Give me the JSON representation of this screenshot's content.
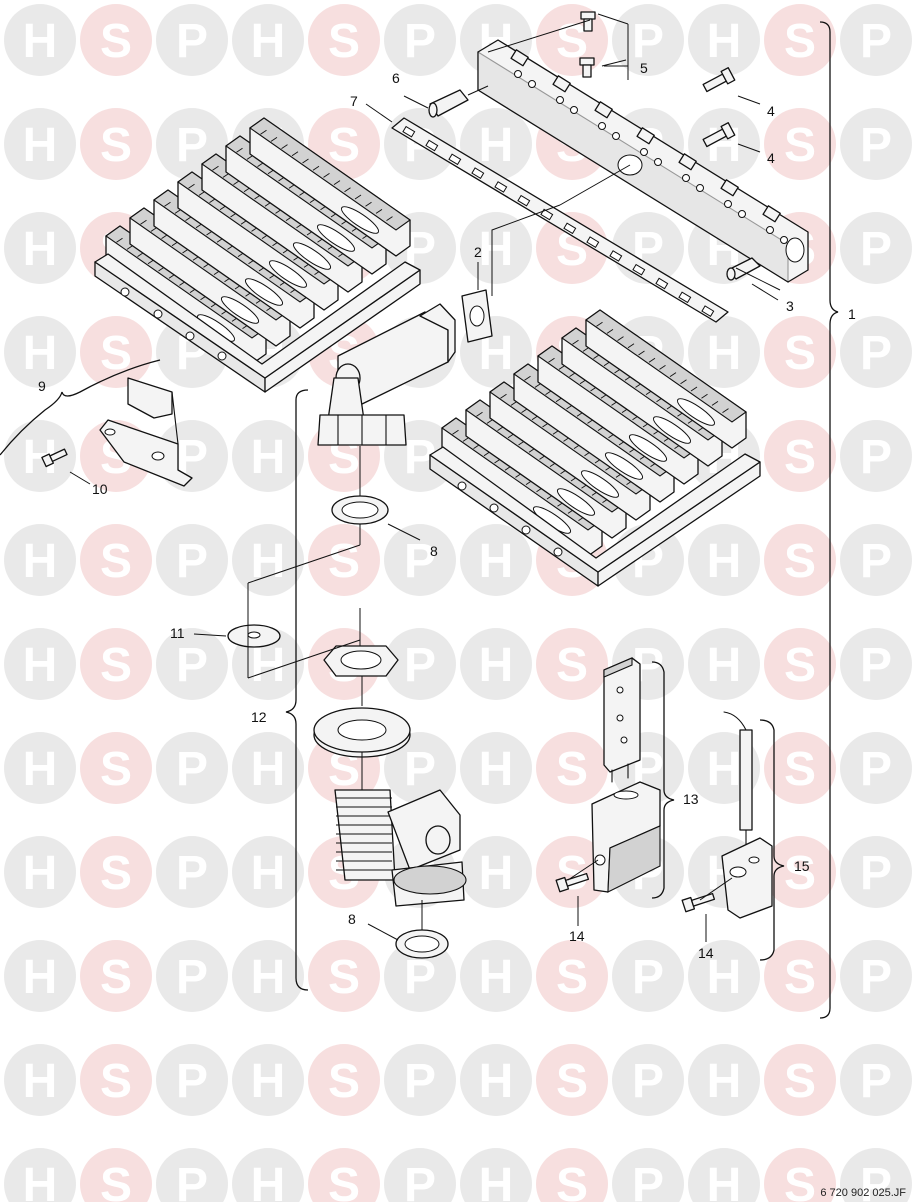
{
  "watermark": {
    "letters": [
      "H",
      "S",
      "P"
    ],
    "colors": {
      "H": "#d7d7d7",
      "S": "#f1c5c5",
      "P": "#d7d7d7"
    }
  },
  "callouts": {
    "c1": "1",
    "c2": "2",
    "c3": "3",
    "c4a": "4",
    "c4b": "4",
    "c5": "5",
    "c6": "6",
    "c7": "7",
    "c8a": "8",
    "c8b": "8",
    "c9": "9",
    "c10": "10",
    "c11": "11",
    "c12": "12",
    "c13": "13",
    "c14a": "14",
    "c14b": "14",
    "c15": "15"
  },
  "document_reference": "6 720 902 025.JF"
}
